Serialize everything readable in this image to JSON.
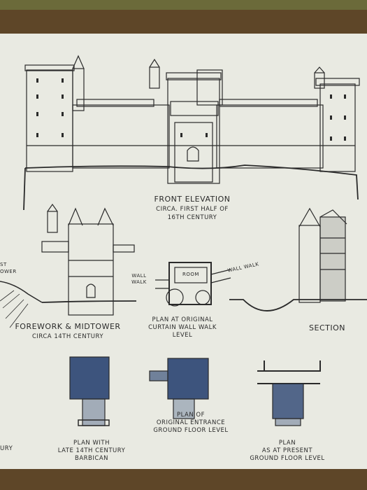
{
  "labels": {
    "front_elevation_title": "FRONT ELEVATION",
    "front_elevation_date1": "CIRCA. FIRST HALF OF",
    "front_elevation_date2": "16TH CENTURY",
    "forework_title": "FOREWORK & MIDTOWER",
    "forework_date": "CIRCA 14TH CENTURY",
    "plan_wall_1": "PLAN AT ORIGINAL",
    "plan_wall_2": "CURTAIN WALL WALK",
    "plan_wall_3": "LEVEL",
    "section": "SECTION",
    "wall_walk_left_1": "WALL",
    "wall_walk_left_2": "WALK",
    "wall_walk_right": "WALL WALK",
    "room": "ROOM",
    "left_edge_1": "ST",
    "left_edge_2": "OWER",
    "left_edge_bottom": "URY",
    "plan_barbican_1": "PLAN WITH",
    "plan_barbican_2": "LATE 14TH CENTURY",
    "plan_barbican_3": "BARBICAN",
    "plan_entrance_1": "PLAN OF",
    "plan_entrance_2": "ORIGINAL ENTRANCE",
    "plan_entrance_3": "GROUND FLOOR LEVEL",
    "plan_present_1": "PLAN",
    "plan_present_2": "AS AT PRESENT",
    "plan_present_3": "GROUND FLOOR LEVEL"
  },
  "colors": {
    "ink": "#2a2a2a",
    "board": "#e9eae2",
    "frame": "#5e4628",
    "plan_fill": "#1f3a6b"
  }
}
